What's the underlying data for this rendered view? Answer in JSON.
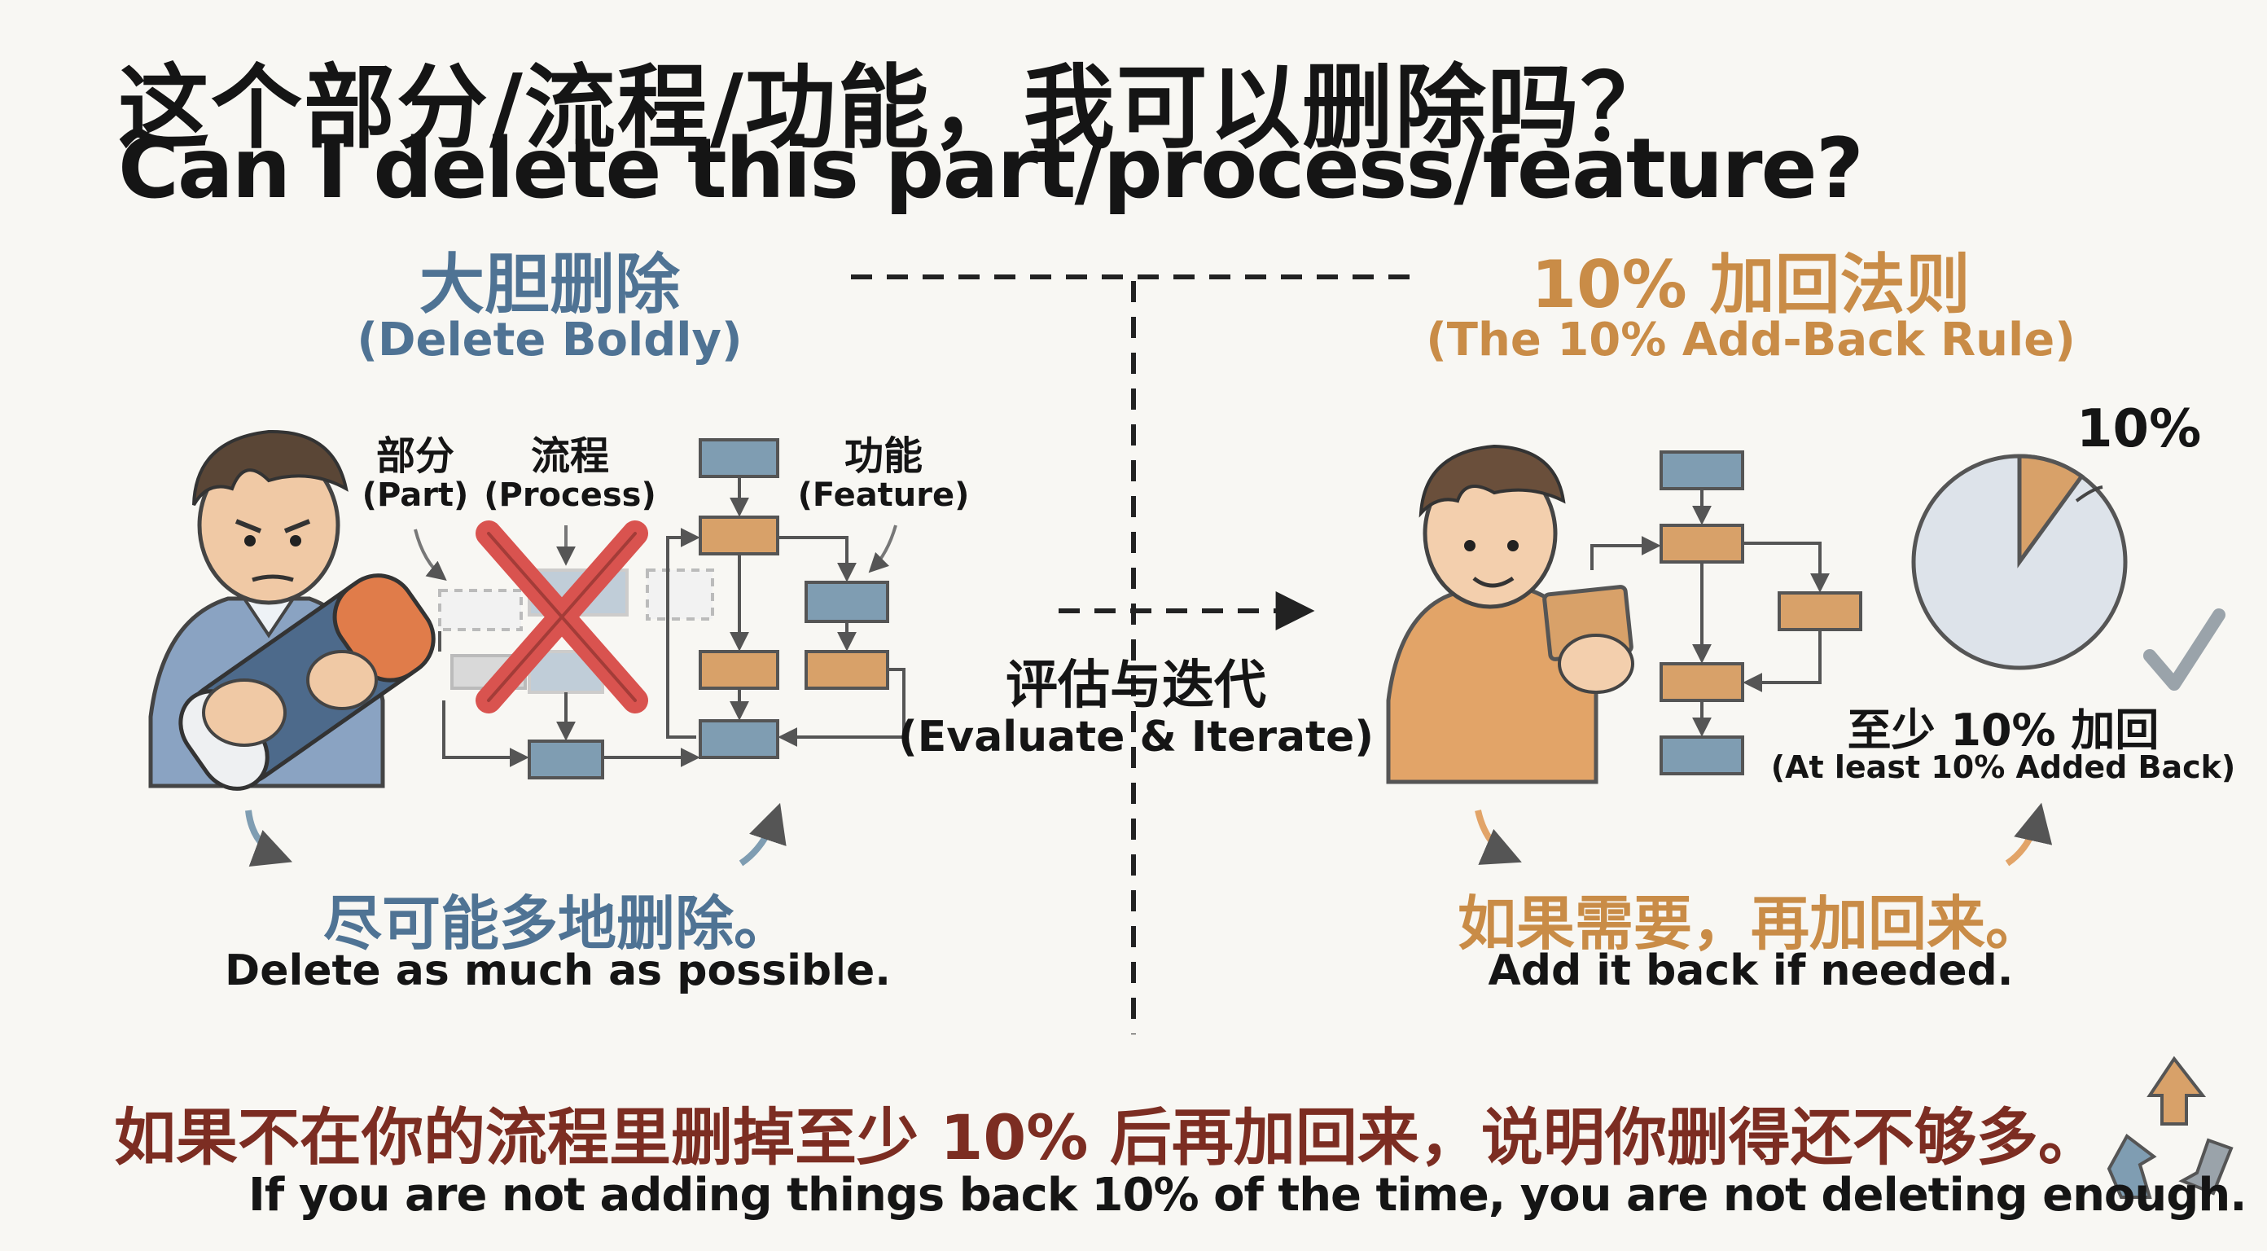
{
  "title": {
    "zh": "这个部分/流程/功能，我可以删除吗？",
    "en": "Can I delete this part/process/feature?"
  },
  "left": {
    "heading_zh": "大胆删除",
    "heading_en": "(Delete Boldly)",
    "labels": [
      {
        "zh": "部分",
        "en": "(Part)"
      },
      {
        "zh": "流程",
        "en": "(Process)"
      },
      {
        "zh": "功能",
        "en": "(Feature)"
      }
    ],
    "caption_zh": "尽可能多地删除。",
    "caption_en": "Delete as much as possible."
  },
  "center": {
    "zh": "评估与迭代",
    "en": "(Evaluate & Iterate)"
  },
  "right": {
    "heading_zh": "10% 加回法则",
    "heading_en": "(The 10% Add-Back Rule)",
    "pie_label": "10%",
    "pie_value": 0.1,
    "note_zh": "至少 10% 加回",
    "note_en": "(At least 10% Added Back)",
    "caption_zh": "如果需要，再加回来。",
    "caption_en": "Add it back if needed."
  },
  "footer": {
    "zh": "如果不在你的流程里删掉至少 10% 后再加回来，说明你删得还不够多。",
    "en": "If you are not adding things back 10% of the time, you are not deleting enough."
  },
  "colors": {
    "blue": "#4f7394",
    "orange": "#c98c47",
    "box_blue": "#7f9db2",
    "box_orange": "#d8a169",
    "red_x": "#d9534f",
    "footer_red": "#7c2d22"
  }
}
